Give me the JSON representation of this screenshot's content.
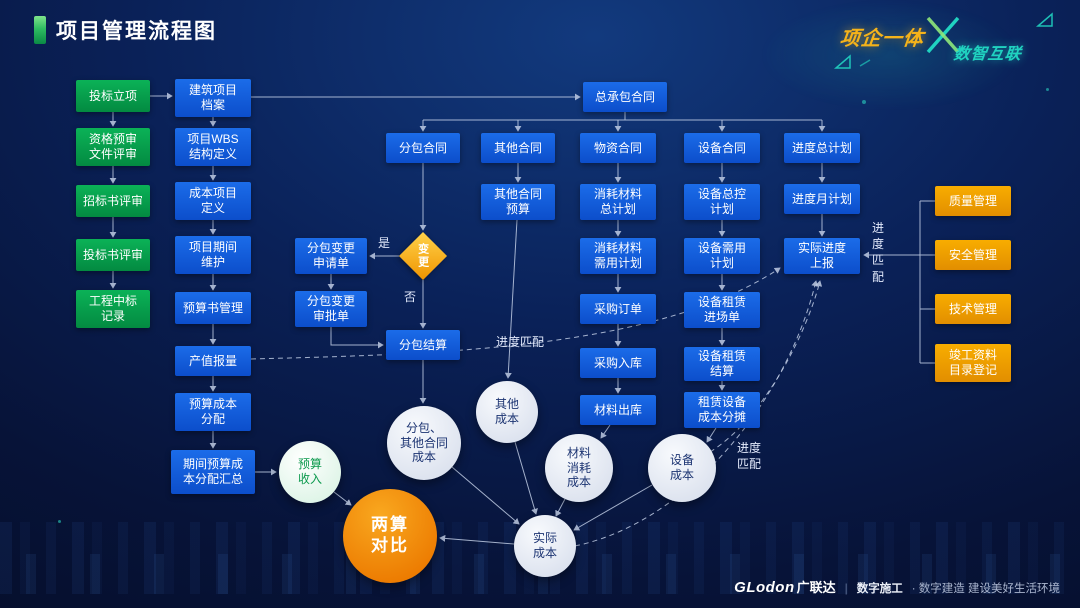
{
  "title": "项目管理流程图",
  "logo": {
    "left": "项企一体",
    "right": "数智互联"
  },
  "footer": {
    "brand_en": "GLodon",
    "brand_cn": "广联达",
    "separator": "|",
    "tagline_strong": "数字施工",
    "tagline_rest": "· 数字建造 建设美好生活环境"
  },
  "labels": {
    "yes": "是",
    "no": "否",
    "progress_match": "进度匹配",
    "progress_match_two_line": "进度\n匹配",
    "progress_match_vertical": "进\n度\n匹\n配"
  },
  "nodes": {
    "bid_init": {
      "label": "投标立项"
    },
    "prequal": {
      "label": "资格预审\n文件评审"
    },
    "tender_review": {
      "label": "招标书评审"
    },
    "bid_review": {
      "label": "投标书评审"
    },
    "award": {
      "label": "工程中标\n记录"
    },
    "archive": {
      "label": "建筑项目\n档案"
    },
    "wbs": {
      "label": "项目WBS\n结构定义"
    },
    "cost_def": {
      "label": "成本项目\n定义"
    },
    "period": {
      "label": "项目期间\n维护"
    },
    "budget_book": {
      "label": "预算书管理"
    },
    "output": {
      "label": "产值报量"
    },
    "budget_alloc": {
      "label": "预算成本\n分配"
    },
    "period_sum": {
      "label": "期间预算成\n本分配汇总"
    },
    "change_req": {
      "label": "分包变更\n申请单"
    },
    "change_appr": {
      "label": "分包变更\n审批单"
    },
    "change_diamond": {
      "label": "变\n更"
    },
    "general_contract": {
      "label": "总承包合同"
    },
    "sub_contract": {
      "label": "分包合同"
    },
    "other_contract": {
      "label": "其他合同"
    },
    "material_contract": {
      "label": "物资合同"
    },
    "equipment_contract": {
      "label": "设备合同"
    },
    "schedule_total": {
      "label": "进度总计划"
    },
    "other_budget": {
      "label": "其他合同\n预算"
    },
    "mat_total": {
      "label": "消耗材料\n总计划"
    },
    "mat_need": {
      "label": "消耗材料\n需用计划"
    },
    "po": {
      "label": "采购订单"
    },
    "inbound": {
      "label": "采购入库"
    },
    "outbound": {
      "label": "材料出库"
    },
    "eq_total": {
      "label": "设备总控\n计划"
    },
    "eq_need": {
      "label": "设备需用\n计划"
    },
    "eq_entry": {
      "label": "设备租赁\n进场单"
    },
    "eq_settle": {
      "label": "设备租赁\n结算"
    },
    "lease_alloc": {
      "label": "租赁设备\n成本分摊"
    },
    "sched_month": {
      "label": "进度月计划"
    },
    "actual_prog": {
      "label": "实际进度\n上报"
    },
    "sub_settle": {
      "label": "分包结算"
    },
    "quality": {
      "label": "质量管理"
    },
    "safety": {
      "label": "安全管理"
    },
    "tech": {
      "label": "技术管理"
    },
    "completion": {
      "label": "竣工资料\n目录登记"
    },
    "budget_income": {
      "label": "预算\n收入"
    },
    "sub_other_cost": {
      "label": "分包、\n其他合同\n成本"
    },
    "other_cost": {
      "label": "其他\n成本"
    },
    "material_cost": {
      "label": "材料\n消耗\n成本"
    },
    "equip_cost": {
      "label": "设备\n成本"
    },
    "actual_cost": {
      "label": "实际\n成本"
    },
    "comparison": {
      "label": "两算\n对比"
    }
  }
}
